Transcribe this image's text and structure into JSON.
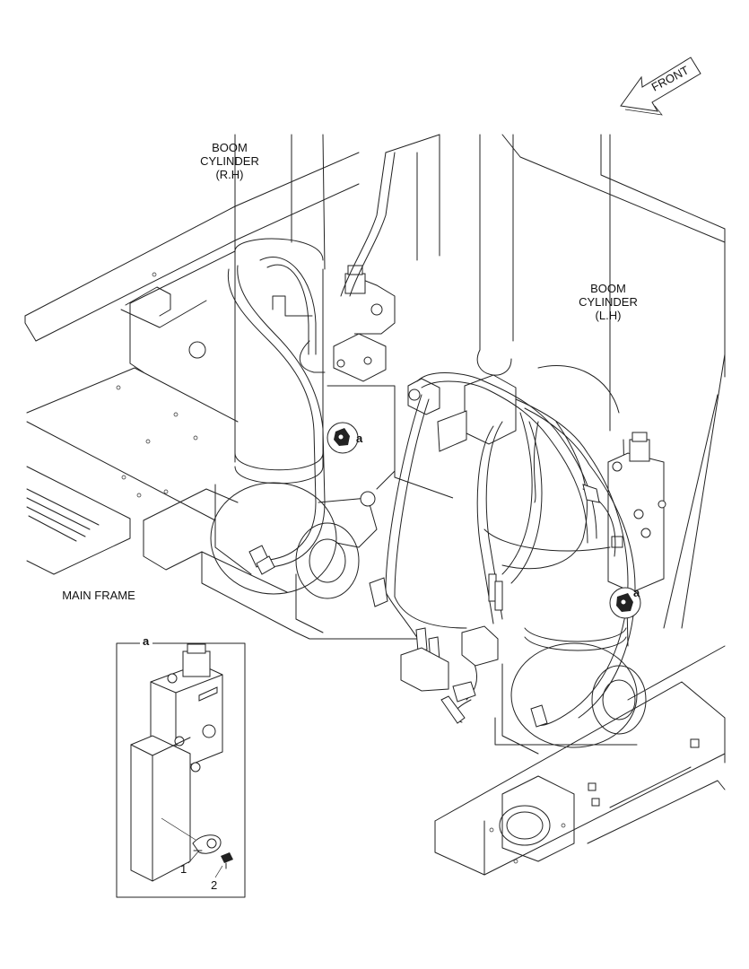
{
  "labels": {
    "front": "FRONT",
    "boom_cylinder_rh": [
      "BOOM",
      "CYLINDER",
      "(R.H)"
    ],
    "boom_cylinder_lh": [
      "BOOM",
      "CYLINDER",
      "(L.H)"
    ],
    "main_frame": "MAIN FRAME"
  },
  "callouts": {
    "detail_ref_rh": "a",
    "detail_ref_lh": "a",
    "inset_title": "a"
  },
  "parts": {
    "part_1": "1",
    "part_2": "2"
  }
}
